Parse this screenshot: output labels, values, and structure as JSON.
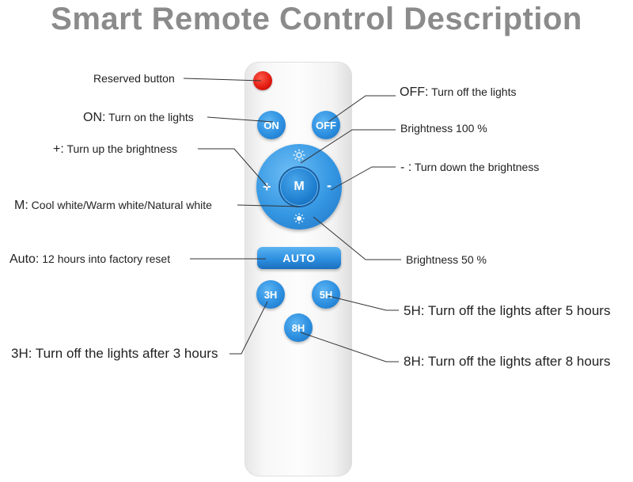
{
  "title": "Smart Remote Control Description",
  "labels": {
    "reserved": "Reserved button",
    "off_key": "OFF:",
    "off_desc": "Turn off the lights",
    "on_key": "ON:",
    "on_desc": "Turn on the lights",
    "bright100": "Brightness 100 %",
    "plus_key": "+:",
    "plus_desc": "Turn up the brightness",
    "minus_key": "- :",
    "minus_desc": "Turn down the brightness",
    "m_key": "M:",
    "m_desc": "Cool white/Warm white/Natural white",
    "auto_key": "Auto:",
    "auto_desc": "12 hours into factory reset",
    "bright50": "Brightness 50 %",
    "h5_key": "5H:",
    "h5_desc": "Turn off the lights after 5 hours",
    "h3_key": "3H:",
    "h3_desc": "Turn off the lights after 3 hours",
    "h8_key": "8H:",
    "h8_desc": "Turn off the lights after 8 hours"
  },
  "buttons": {
    "on": "ON",
    "off": "OFF",
    "m": "M",
    "plus": "+",
    "minus": "-",
    "auto": "AUTO",
    "h3": "3H",
    "h5": "5H",
    "h8": "8H"
  },
  "colors": {
    "button_blue": "#2d8fe0",
    "reserved_red": "#e0190e",
    "title_gray": "#8b8b8b"
  }
}
